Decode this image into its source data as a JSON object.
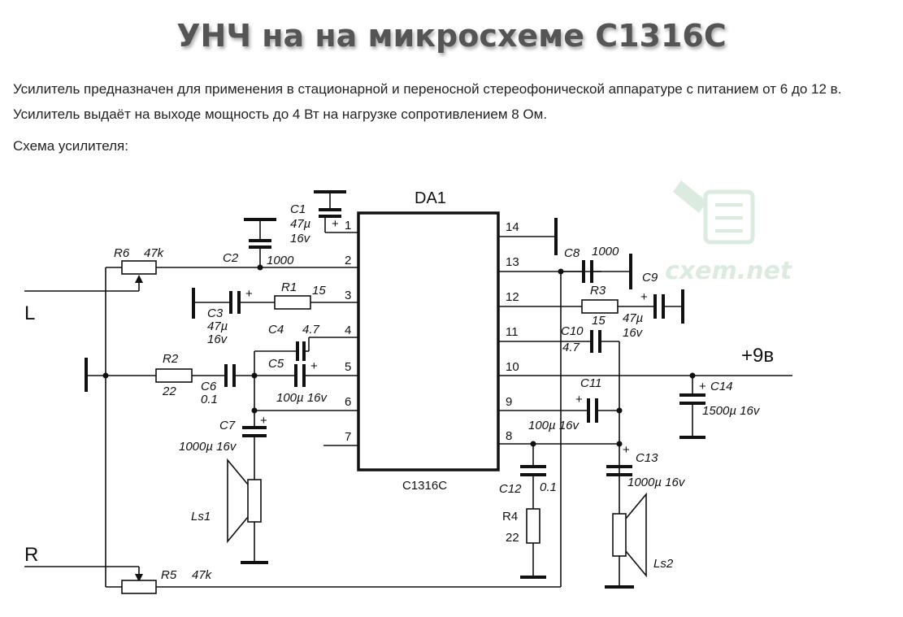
{
  "page": {
    "title": "УНЧ на на микросхеме C1316C",
    "paragraph": "Усилитель предназначен для применения в стационарной и переносной стереофонической аппаратуре с питанием от 6 до 12 в. Усилитель выдаёт на выходе мощность до 4 Вт на нагрузке сопротивлением 8 Ом.",
    "lead": "Схема усилителя:"
  },
  "schematic": {
    "ic_ref": "DA1",
    "ic_part": "C1316C",
    "watermark": "cxem.net",
    "supply": "+9в",
    "input_left": "L",
    "input_right": "R",
    "pins_left": [
      "1",
      "2",
      "3",
      "4",
      "5",
      "6",
      "7"
    ],
    "pins_right": [
      "14",
      "13",
      "12",
      "11",
      "10",
      "9",
      "8"
    ],
    "c1": {
      "ref": "C1",
      "v1": "47µ",
      "v2": "16v"
    },
    "c2": {
      "ref": "C2",
      "val": "1000"
    },
    "c3": {
      "ref": "C3",
      "v1": "47µ",
      "v2": "16v"
    },
    "c4": {
      "ref": "C4",
      "val": "4.7"
    },
    "c5": {
      "ref": "C5",
      "val": "100µ 16v"
    },
    "c6": {
      "ref": "C6",
      "val": "0.1"
    },
    "c7": {
      "ref": "C7",
      "val": "1000µ 16v"
    },
    "c8": {
      "ref": "C8",
      "val": "1000"
    },
    "c9": {
      "ref": "C9",
      "v1": "47µ",
      "v2": "16v"
    },
    "c10": {
      "ref": "C10",
      "val": "4.7"
    },
    "c11": {
      "ref": "C11",
      "val": "100µ 16v"
    },
    "c12": {
      "ref": "C12",
      "val": "0.1"
    },
    "c13": {
      "ref": "C13",
      "val": "1000µ 16v"
    },
    "c14": {
      "ref": "C14",
      "val": "1500µ 16v"
    },
    "r1": {
      "ref": "R1",
      "val": "15"
    },
    "r2": {
      "ref": "R2",
      "val": "22"
    },
    "r3": {
      "ref": "R3",
      "val": "15"
    },
    "r4": {
      "ref": "R4",
      "val": "22"
    },
    "r5": {
      "ref": "R5",
      "val": "47k"
    },
    "r6": {
      "ref": "R6",
      "val": "47k"
    },
    "ls1": "Ls1",
    "ls2": "Ls2",
    "plus": "+"
  }
}
